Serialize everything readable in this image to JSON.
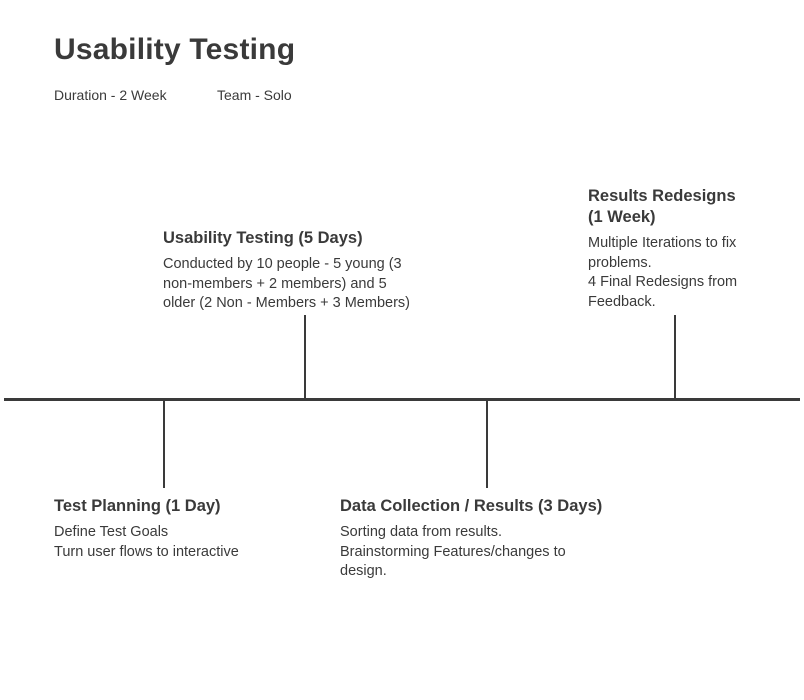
{
  "header": {
    "title": "Usability Testing",
    "duration": "Duration - 2 Week",
    "team": "Team - Solo"
  },
  "phases": [
    {
      "title": "Test Planning (1 Day)",
      "description": "Define Test Goals\nTurn user flows to interactive"
    },
    {
      "title": "Usability Testing (5 Days)",
      "description": "Conducted by 10 people - 5 young (3\nnon-members + 2 members) and 5\nolder (2 Non - Members + 3 Members)"
    },
    {
      "title": "Data Collection / Results (3 Days)",
      "description": "Sorting data from results.\nBrainstorming Features/changes to\ndesign."
    },
    {
      "title": "Results Redesigns\n(1 Week)",
      "description": "Multiple Iterations to fix\nproblems.\n4 Final Redesigns from\nFeedback."
    }
  ]
}
